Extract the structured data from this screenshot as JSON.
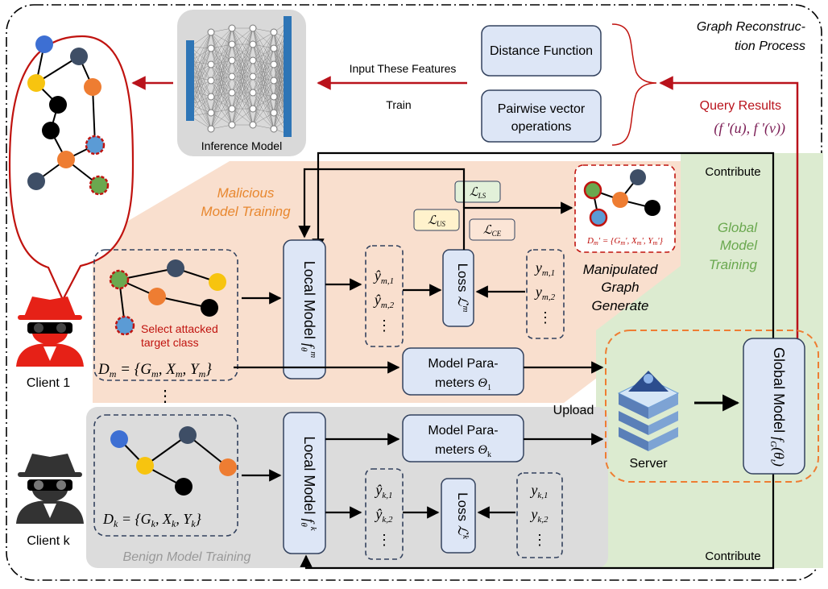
{
  "process": {
    "title_line1": "Graph Reconstruction Process",
    "title_line2": ""
  },
  "inference": {
    "label": "Inference Model",
    "input_features": "Input These Features",
    "train": "Train"
  },
  "ops": {
    "distance": "Distance Function",
    "pairwise_line1": "Pairwise vector",
    "pairwise_line2": "operations"
  },
  "query": {
    "label": "Query Results",
    "formula": "(f '(u), f '(v))"
  },
  "malicious": {
    "label_line1": "Malicious",
    "label_line2": "Model Training"
  },
  "global_training": {
    "label_line1": "Global",
    "label_line2": "Model",
    "label_line3": "Training"
  },
  "benign": {
    "label": "Benign Model Training"
  },
  "contribute": {
    "top": "Contribute",
    "bottom": "Contribute"
  },
  "losses": {
    "ls": "ℒ_LS",
    "us": "ℒ_US",
    "ce": "ℒ_CE"
  },
  "manipulated": {
    "formula": "D_m' = {G_m', X_m', Y_m'}",
    "label_line1": "Manipulated",
    "label_line2": "Graph",
    "label_line3": "Generate"
  },
  "client1": {
    "label": "Client 1",
    "dataset": "D_m = {G_m, X_m, Y_m}",
    "select_line1": "Select attacked",
    "select_line2": "target class"
  },
  "clientk": {
    "label": "Client k",
    "dataset": "D_k = {G_k, X_k, Y_k}"
  },
  "local_m": {
    "label": "Local Model f_θ^m",
    "pred1": "ŷ_m,1",
    "pred2": "ŷ_m,2",
    "dots": "⋮",
    "y1": "y_m,1",
    "y2": "y_m,2",
    "ydots": "⋮",
    "loss": "Loss ℒ^m"
  },
  "local_k": {
    "label": "Local Model f_θ^k",
    "pred1": "ŷ_k,1",
    "pred2": "ŷ_k,2",
    "dots": "⋮",
    "y1": "y_k,1",
    "y2": "y_k,2",
    "ydots": "⋮",
    "loss": "Loss ℒ^k"
  },
  "params_1": {
    "line1": "Model Para-",
    "line2": "meters Θ₁"
  },
  "params_k": {
    "line1": "Model Para-",
    "line2": "meters Θ_k"
  },
  "upload": "Upload",
  "server": {
    "label": "Server"
  },
  "global_model": {
    "label": "Global Model f_G(θ_t)"
  },
  "ellipsis": "⋮",
  "colors": {
    "blue": "#3d6fd3",
    "navy": "#3e4e66",
    "yellow": "#f7c40f",
    "orange": "#ee7d32",
    "green": "#6aa84f",
    "red": "#c0130f",
    "box_fill": "#dde6f6"
  }
}
